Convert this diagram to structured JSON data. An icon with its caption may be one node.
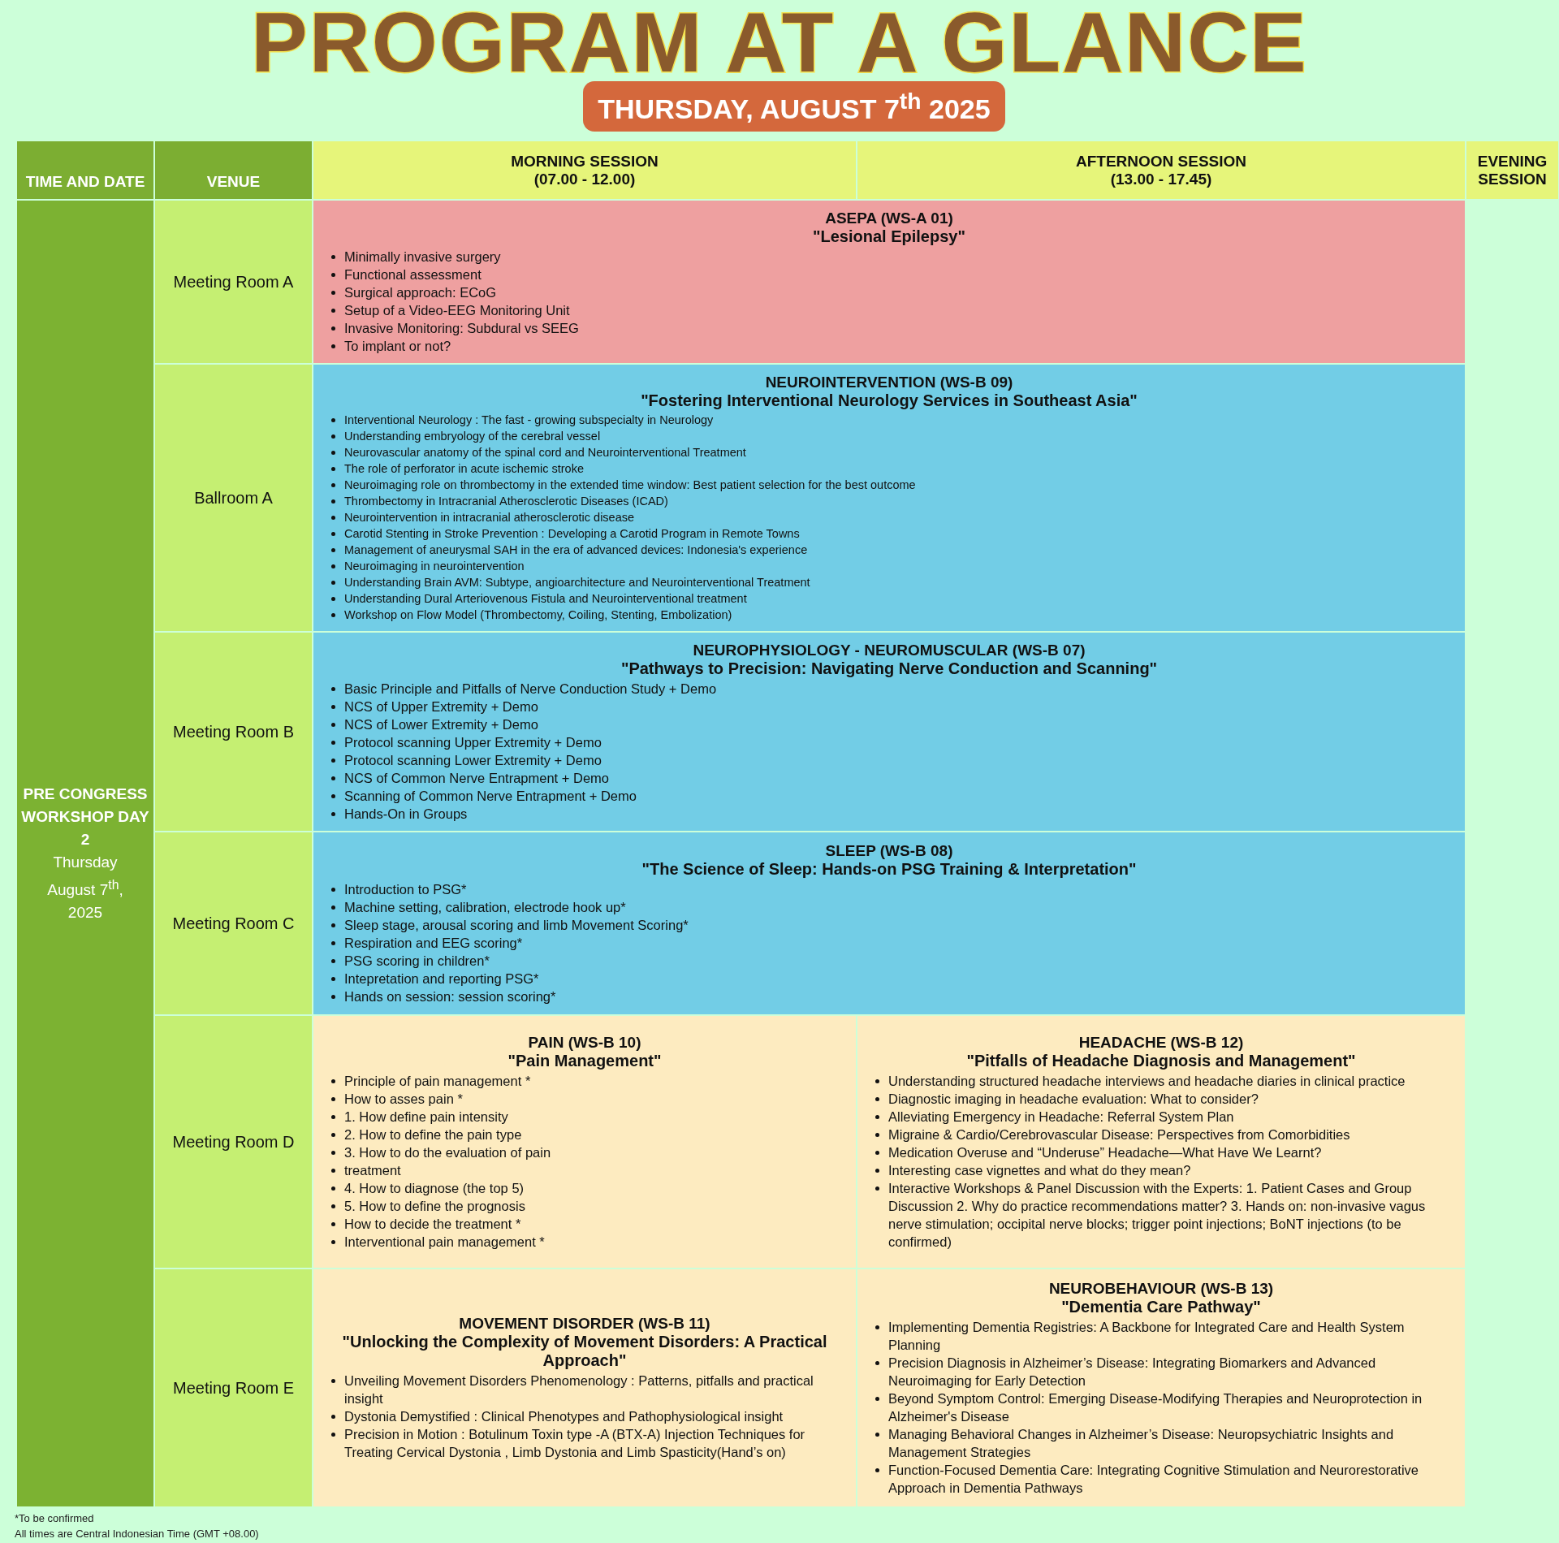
{
  "diagram": {
    "title": "PROGRAM AT A GLANCE",
    "nodes": [
      {
        "text": [
          "THURSDAY, AUGUST 7$^{th}$ 2025"
        ]
      },
      {
        "text": [
          "TIME AND DATE"
        ]
      },
      {
        "text": [
          "VENUE"
        ]
      },
      {
        "text": [
          "MORNING SESSION (07.00 - 12.00)"
        ]
      },
      {
        "text": [
          "AFTERNOON SESSION (13.00 - 17.45)"
        ]
      },
      {
        "text": [
          "EVENING SESSION"
        ]
      },
      {
        "text": [
          "PRE CONGRESS WORKSHOP DAY 2",
          "Thursday August 7$^{th}$, 2025"
        ]
      },
      {
        "text": [
          "Meeting Room A"
        ]
      },
      {
        "text": [
          "ASEPA (WS-A 01)",
          "\"Lesional Epilepsy\"",
          "Minimally invasive surgery",
          "Functional assessment",
          "Surgical approach: ECoG",
          "Setup of a Video-EEG Monitoring Unit",
          "Invasive Monitoring: Subdural vs SEEG",
          "To implant or not?"
        ]
      },
      {
        "text": [
          "Ballroom A"
        ]
      },
      {
        "text": [
          "NEUROINTERVENTION (WS-B 09)",
          "\"Fostering Interventional Neurology Services in Southeast Asia\"",
          "Interventional Neurology : The fast - growing subspecialty in Neurology",
          "Understanding embryology of the cerebral vessel",
          "Neurovascular anatomy of the spinal cord and Neurointerventional Treatment",
          "The role of perforator in acute ischemic stroke",
          "Neuroimaging role on thrombectomy in the extended time window: Best patient selection for the best outcome",
          "Thrombectomy in Intracranial Atherosclerotic Diseases (ICAD)",
          "Neurointervention in intracranial atherosclerotic disease",
          "Carotid Stenting in Stroke Prevention : Developing a Carotid Program in Remote Towns",
          "Management of aneurysmal SAH in the era of advanced devices: Indonesia's experience",
          "Neuroimaging in neurointervention",
          "Understanding Brain AVM: Subtype, angioarchitecture and Neurointerventional Treatment",
          "Understanding Dural Arteriovenous Fistula and Neurointerventional treatment",
          "Workshop on Flow Model (Thrombectomy, Coiling, Stenting, Embolization)"
        ]
      },
      {
        "text": [
          "Meeting Room B"
        ]
      },
      {
        "text": [
          "NEUROPHYSIOLOGY - NEUROMUSCULAR (WS-B 07)",
          "\"Pathways to Precision: Navigating Nerve Conduction and Scanning\"",
          "Basic Principle and Pitfalls of Nerve Conduction Study + Demo",
          "NCS of Upper Extremity + Demo",
          "NCS of Lower Extremity + Demo",
          "Protocol scanning Upper Extremity + Demo",
          "Protocol scanning Lower Extremity + Demo",
          "NCS of Common Nerve Entrapment + Demo",
          "Scanning of Common Nerve Entrapment + Demo",
          "Hands-On in Groups"
        ]
      },
      {
        "text": [
          "Meeting Room C"
        ]
      },
      {
        "text": [
          "SLEEP (WS-B 08)",
          "\"The Science of Sleep: Hands-on PSG Training & Interpretation\"",
          "Introduction to PSG*",
          "Machine setting, calibration, electrode hook up*",
          "Sleep stage, arousal scoring and limb Movement Scoring*",
          "Respiration and EEG scoring*",
          "PSG scoring in children*",
          "Intepretation and reporting PSG*",
          "Hands on session: session scoring*"
        ]
      },
      {
        "text": [
          "Meeting Room D"
        ]
      },
      {
        "text": [
          "PAIN (WS-B 10)",
          "\"Pain Management\"",
          "Principle of pain management *",
          "How to asses pain *",
          "1. How define pain intensity",
          "2. How to define the pain type",
          "3. How to do the evaluation of pain",
          "treatment",
          "4. How to diagnose (the top 5)",
          "5. How to define the prognosis",
          "How to decide the treatment *",
          "Interventional pain management *"
        ]
      },
      {
        "text": [
          "HEADACHE (WS-B 12)",
          "\"Pitfalls of Headache Diagnosis and Management\"",
          "Understanding structured headache interviews and headache diaries in clinical practice",
          "Diagnostic imaging in headache evaluation: What to consider?",
          "Alleviating Emergency in Headache: Referral System Plan",
          "Migraine & Cardio/Cerebrovascular Disease: Perspectives from Comorbidities",
          "Medication Overuse and “Underuse” Headache—What Have We Learnt?",
          "Interesting case vignettes and what do they mean?",
          "Interactive Workshops & Panel Discussion with the Experts: 1. Patient Cases and Group Discussion  2. Why do practice recommendations matter?  3. Hands on: non-invasive vagus nerve stimulation; occipital nerve blocks; trigger point injections; BoNT injections (to be confirmed)"
        ]
      },
      {
        "text": [
          "Meeting Room E"
        ]
      },
      {
        "text": [
          "MOVEMENT DISORDER (WS-B 11)",
          "\"Unlocking the Complexity of Movement Disorders: A Practical Approach\"",
          "Unveiling Movement Disorders Phenomenology : Patterns, pitfalls and practical insight",
          "Dystonia Demystified : Clinical Phenotypes and Pathophysiological insight",
          "Precision in Motion : Botulinum Toxin type -A (BTX-A) Injection Techniques for Treating Cervical Dystonia , Limb Dystonia and Limb Spasticity(Hand’s on)"
        ]
      },
      {
        "text": [
          "NEUROBEHAVIOUR (WS-B 13)",
          "\"Dementia Care Pathway\"",
          "Implementing Dementia Registries: A Backbone for Integrated Care and Health System Planning",
          "Precision Diagnosis in Alzheimer’s Disease: Integrating Biomarkers and Advanced Neuroimaging for Early Detection",
          "Beyond Symptom Control: Emerging Disease-Modifying Therapies and Neuroprotection in Alzheimer's Disease",
          "Managing Behavioral Changes in Alzheimer’s Disease: Neuropsychiatric Insights and Management Strategies",
          "Function-Focused Dementia Care: Integrating Cognitive Stimulation and Neurorestorative Approach in Dementia Pathways"
        ]
      }
    ],
    "labels": [
      "*To be confirmed",
      "All times are Central Indonesian Time (GMT +08.00)"
    ]
  }
}
